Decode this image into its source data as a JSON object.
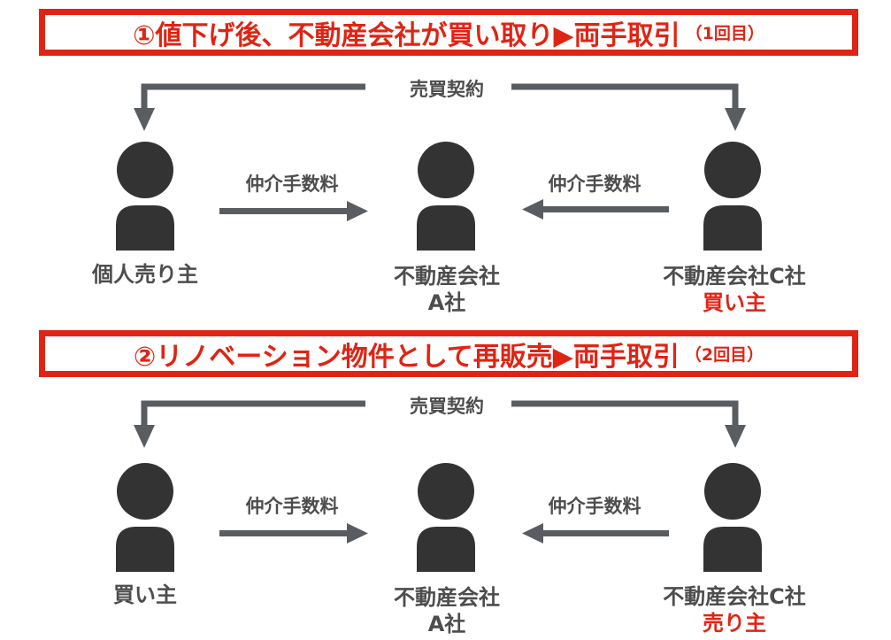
{
  "sections": [
    {
      "title": "①値下げ後、不動産会社が買い取り▶両手取引",
      "title_sub": "（1回目）",
      "contract_label": "売買契約",
      "fee_left_label": "仲介手数料",
      "fee_right_label": "仲介手数料",
      "left_person": "個人売り主",
      "center_person_line1": "不動産会社",
      "center_person_line2": "A社",
      "right_person_line1": "不動産会社C社",
      "right_person_role": "買い主"
    },
    {
      "title": "②リノベーション物件として再販売▶両手取引",
      "title_sub": "（2回目）",
      "contract_label": "売買契約",
      "fee_left_label": "仲介手数料",
      "fee_right_label": "仲介手数料",
      "left_person": "買い主",
      "center_person_line1": "不動産会社",
      "center_person_line2": "A社",
      "right_person_line1": "不動産会社C社",
      "right_person_role": "売り主"
    }
  ],
  "colors": {
    "accent_red": "#e02414",
    "arrow_gray": "#595c61",
    "person_dark": "#333333",
    "text_gray": "#4d4d4d"
  },
  "icons": [
    "person-icon",
    "arrow-right-icon",
    "arrow-left-icon",
    "contract-arrow-icon"
  ]
}
